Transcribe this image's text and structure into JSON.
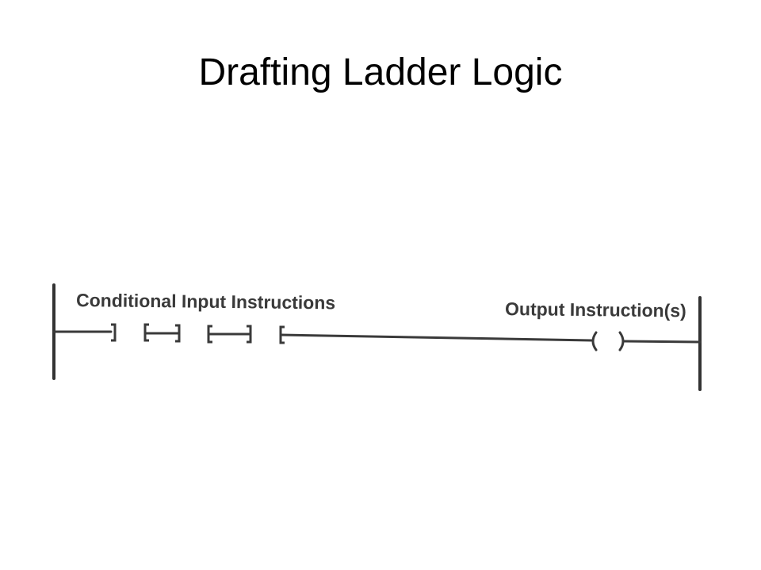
{
  "slide": {
    "title": "Drafting Ladder Logic"
  },
  "diagram": {
    "input_label": "Conditional Input Instructions",
    "output_label": "Output Instruction(s)",
    "colors": {
      "ink": "#3a3a3a",
      "rail": "#333333",
      "background": "#ffffff"
    }
  }
}
